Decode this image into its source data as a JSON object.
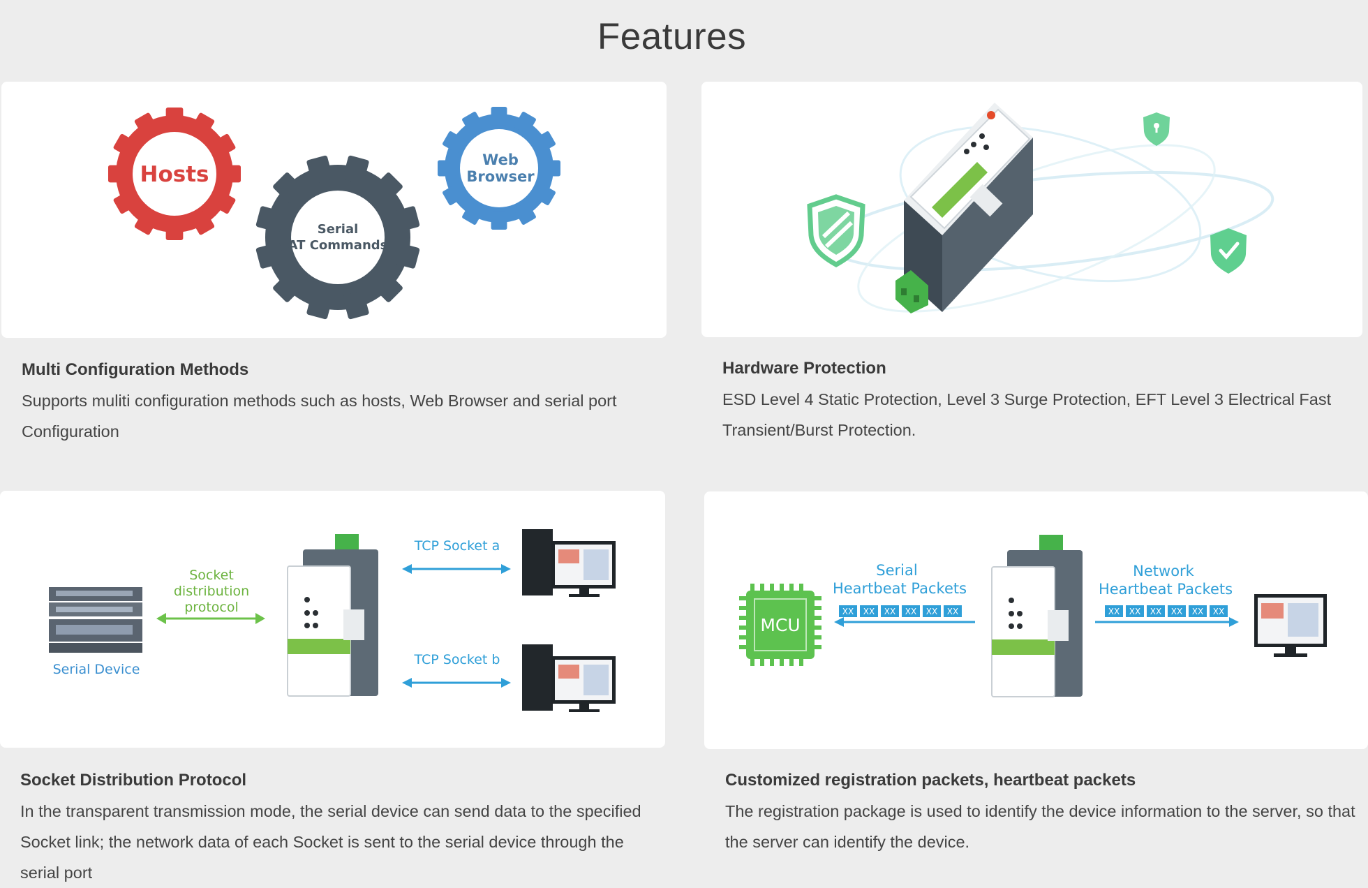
{
  "page": {
    "title": "Features"
  },
  "features": [
    {
      "title": "Multi Configuration Methods",
      "description": "Supports muliti configuration methods such as hosts, Web Browser and serial port Configuration",
      "gears": {
        "hosts": "Hosts",
        "web_line1": "Web",
        "web_line2": "Browser",
        "serial_line1": "Serial",
        "serial_line2": "AT Commands"
      }
    },
    {
      "title": "Hardware Protection",
      "description": "ESD Level 4 Static Protection, Level 3 Surge Protection, EFT Level 3 Electrical Fast Transient/Burst Protection."
    },
    {
      "title": "Socket Distribution Protocol",
      "description": "In the transparent transmission mode, the serial device can send data to the specified Socket link; the network data of each Socket is sent to the serial device through the serial port",
      "diagram": {
        "serial_device": "Serial Device",
        "protocol_line1": "Socket",
        "protocol_line2": "distribution",
        "protocol_line3": "protocol",
        "socket_a": "TCP Socket a",
        "socket_b": "TCP Socket b"
      }
    },
    {
      "title": "Customized registration packets, heartbeat packets",
      "description": "The registration package is used to identify the device information to the server, so that the server can identify the device.",
      "diagram": {
        "mcu": "MCU",
        "serial_line1": "Serial",
        "serial_line2": "Heartbeat Packets",
        "network_line1": "Network",
        "network_line2": "Heartbeat Packets",
        "packet": "XX"
      }
    }
  ],
  "colors": {
    "background": "#ededed",
    "gear_red": "#d9423e",
    "gear_blue": "#4a8fd0",
    "gear_dark": "#4a5864",
    "accent_green": "#6cc24a",
    "accent_blue": "#2f9fd8",
    "shield_green": "#58c98a"
  }
}
